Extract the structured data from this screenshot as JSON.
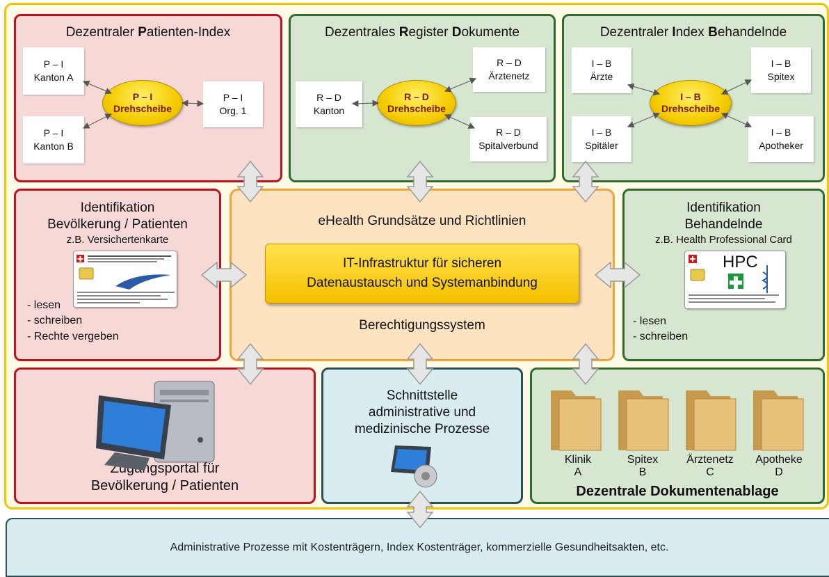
{
  "panels": {
    "pi": {
      "title_pre": "Dezentraler ",
      "title_b1": "P",
      "title_post": "atienten-Index",
      "hub_l1": "P – I",
      "hub_l2": "Drehscheibe",
      "nodes": [
        {
          "l1": "P – I",
          "l2": "Kanton A"
        },
        {
          "l1": "P – I",
          "l2": "Kanton B"
        },
        {
          "l1": "P – I",
          "l2": "Org. 1"
        }
      ]
    },
    "rd": {
      "title_pre": "Dezentrales ",
      "title_b1": "R",
      "title_mid": "egister ",
      "title_b2": "D",
      "title_post": "okumente",
      "hub_l1": "R – D",
      "hub_l2": "Drehscheibe",
      "nodes": [
        {
          "l1": "R – D",
          "l2": "Kanton"
        },
        {
          "l1": "R – D",
          "l2": "Ärztenetz"
        },
        {
          "l1": "R – D",
          "l2": "Spitalverbund"
        }
      ]
    },
    "ib": {
      "title_pre": "Dezentraler ",
      "title_b1": "I",
      "title_mid": "ndex ",
      "title_b2": "B",
      "title_post": "ehandelnde",
      "hub_l1": "I – B",
      "hub_l2": "Drehscheibe",
      "nodes": [
        {
          "l1": "I – B",
          "l2": "Ärzte"
        },
        {
          "l1": "I – B",
          "l2": "Spitäler"
        },
        {
          "l1": "I – B",
          "l2": "Spitex"
        },
        {
          "l1": "I – B",
          "l2": "Apotheker"
        }
      ]
    }
  },
  "id_patients": {
    "title1": "Identifikation",
    "title2": "Bevölkerung / Patienten",
    "subtitle": "z.B. Versichertenkarte",
    "items": [
      "- lesen",
      "- schreiben",
      "- Rechte vergeben"
    ]
  },
  "id_providers": {
    "title1": "Identifikation",
    "title2": "Behandelnde",
    "subtitle": "z.B. Health Professional Card",
    "items": [
      "- lesen",
      "- schreiben"
    ],
    "card_text": "HPC"
  },
  "center": {
    "top": "eHealth Grundsätze und Richtlinien",
    "it_l1": "IT-Infrastruktur für sicheren",
    "it_l2": "Datenaustausch und Systemanbindung",
    "bottom": "Berechtigungssystem"
  },
  "portal": {
    "l1": "Zugangsportal für",
    "l2": "Bevölkerung / Patienten"
  },
  "interface": {
    "l1": "Schnittstelle",
    "l2": "administrative und",
    "l3": "medizinische Prozesse"
  },
  "archive": {
    "title": "Dezentrale Dokumentenablage",
    "folders": [
      {
        "l1": "Klinik",
        "l2": "A"
      },
      {
        "l1": "Spitex",
        "l2": "B"
      },
      {
        "l1": "Ärztenetz",
        "l2": "C"
      },
      {
        "l1": "Apotheke",
        "l2": "D"
      }
    ]
  },
  "bottom_bar": "Administrative Prozesse mit Kostenträgern, Index Kostenträger, kommerzielle Gesundheitsakten, etc.",
  "colors": {
    "red_border": "#c0121b",
    "green_border": "#2f6b2a",
    "hub_yellow": "#f5cc00",
    "frame_yellow": "#f5c400"
  }
}
